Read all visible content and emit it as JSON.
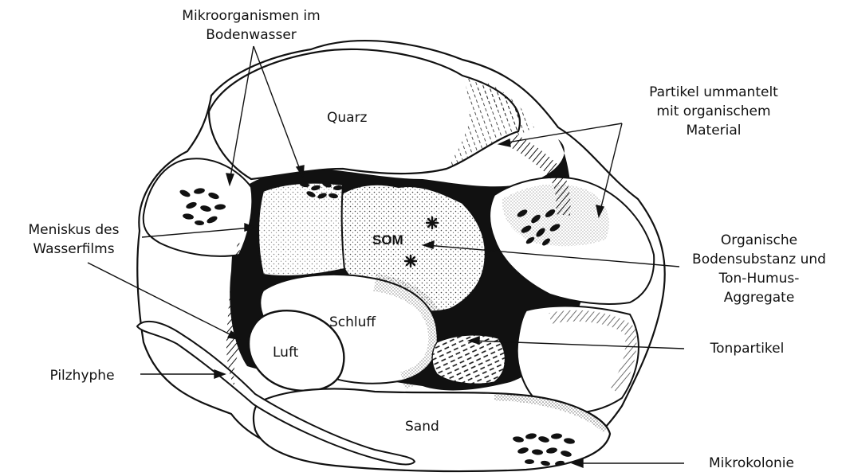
{
  "labels": {
    "mikroorganismen": [
      "Mikroorganismen im",
      "Bodenwasser"
    ],
    "partikel": [
      "Partikel ummantelt",
      "mit organischem",
      "Material"
    ],
    "meniskus": [
      "Meniskus des",
      "Wasserfilms"
    ],
    "organische": [
      "Organische",
      "Bodensubstanz und",
      "Ton-Humus-",
      "Aggregate"
    ],
    "tonpartikel": "Tonpartikel",
    "pilzhyphe": "Pilzhyphe",
    "mikrokolonie": "Mikrokolonie"
  },
  "regions": {
    "quarz": "Quarz",
    "som": "SOM",
    "schluff": "Schluff",
    "luft": "Luft",
    "sand": "Sand"
  },
  "colors": {
    "ink": "#111111",
    "paper": "#ffffff",
    "stipple": "#222222"
  }
}
